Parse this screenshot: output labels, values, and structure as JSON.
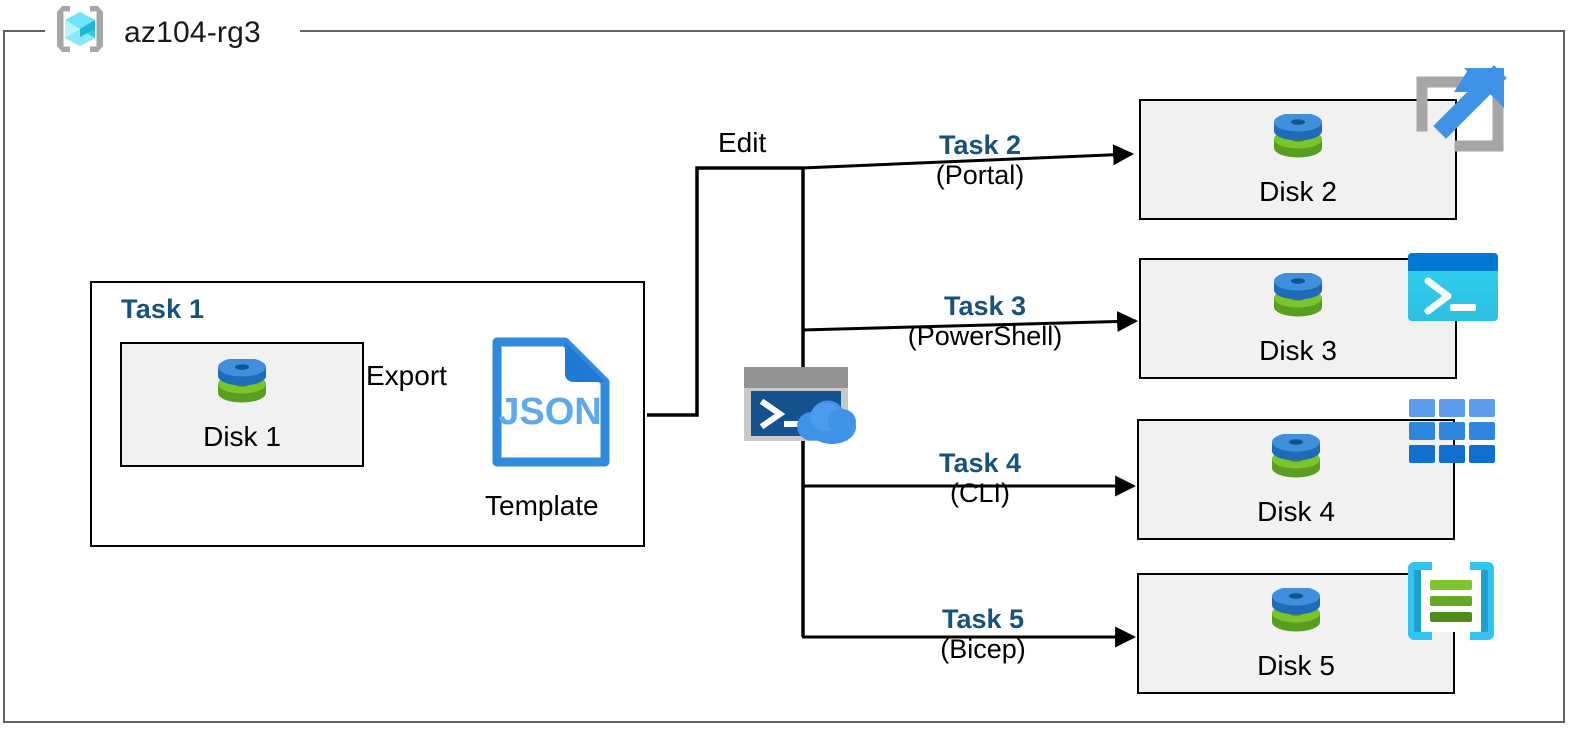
{
  "diagram": {
    "title": "az104-rg3",
    "resource_group_icon": "resource-group-icon",
    "border_color": "#636363",
    "accent_color": "#15537e",
    "box_fill": "#f1f1f1"
  },
  "task1": {
    "title": "Task 1",
    "disk": {
      "label": "Disk 1",
      "icon": "managed-disk-icon"
    },
    "export_label": "Export",
    "template": {
      "label": "Template",
      "icon": "json-file-icon",
      "icon_text": "JSON"
    }
  },
  "edit_label": "Edit",
  "cloud_shell": {
    "icon": "cloud-shell-icon"
  },
  "branches": [
    {
      "task": "Task 2",
      "tool": "(Portal)",
      "disk_label": "Disk 2",
      "disk_icon": "managed-disk-icon",
      "tool_icon": "azure-portal-icon"
    },
    {
      "task": "Task 3",
      "tool": "(PowerShell)",
      "disk_label": "Disk 3",
      "disk_icon": "managed-disk-icon",
      "tool_icon": "powershell-icon"
    },
    {
      "task": "Task 4",
      "tool": "(CLI)",
      "disk_label": "Disk 4",
      "disk_icon": "managed-disk-icon",
      "tool_icon": "azure-cli-icon"
    },
    {
      "task": "Task 5",
      "tool": "(Bicep)",
      "disk_label": "Disk 5",
      "disk_icon": "managed-disk-icon",
      "tool_icon": "bicep-icon"
    }
  ]
}
